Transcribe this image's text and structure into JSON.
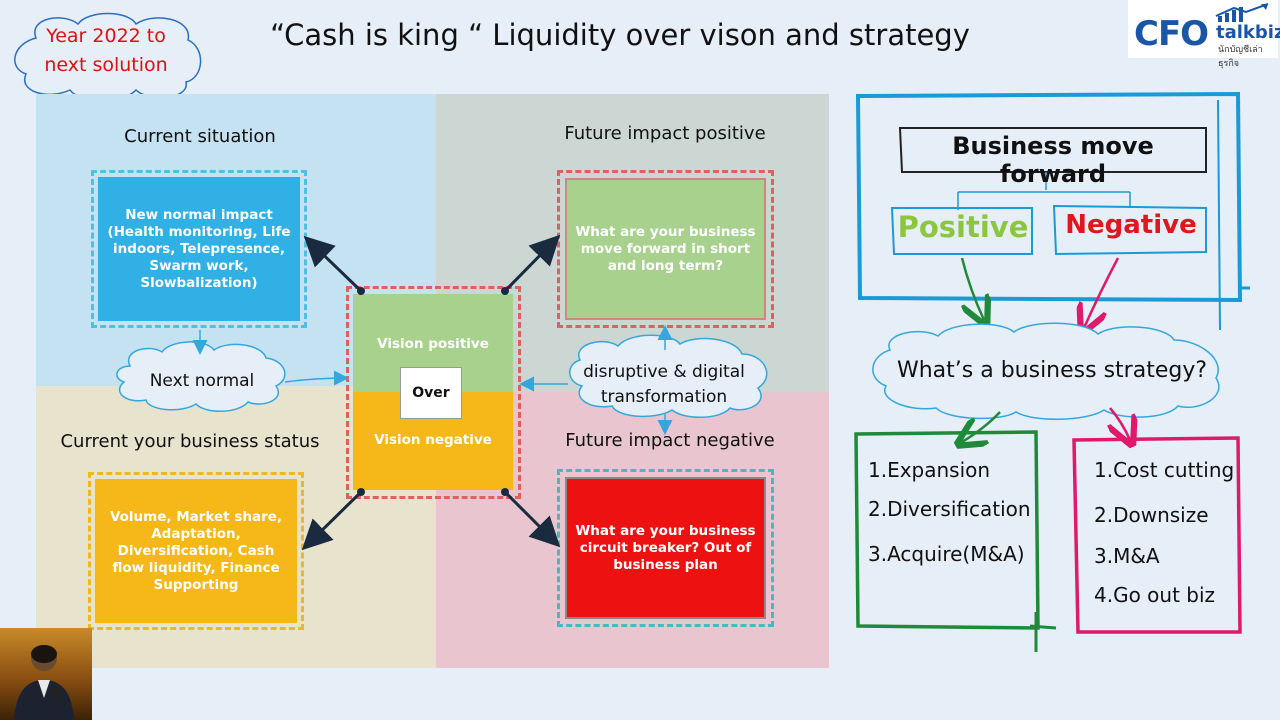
{
  "title": "“Cash is king “ Liquidity over vison and strategy",
  "badge": {
    "line1": "Year 2022 to",
    "line2": "next  solution"
  },
  "logo": {
    "main": "CFO",
    "sub": "talkbiz",
    "thai": "นักบัญชีเล่าธุรกิจ"
  },
  "quadrants": {
    "current_situation": {
      "title": "Current situation",
      "box": "New normal impact (Health monitoring, Life indoors, Telepresence, Swarm work, Slowbalization)"
    },
    "future_positive": {
      "title": "Future impact positive",
      "box": "What are your business move forward in short and long term?"
    },
    "current_status": {
      "title": "Current your business status",
      "box": "Volume, Market share, Adaptation, Diversification, Cash flow liquidity, Finance Supporting"
    },
    "future_negative": {
      "title": "Future impact negative",
      "box": "What are your business circuit breaker? Out of business plan"
    }
  },
  "center": {
    "top": "Vision positive",
    "middle": "Over",
    "bottom": "Vision negative"
  },
  "clouds": {
    "next_normal": "Next normal",
    "disruptive_line1": "disruptive & digital",
    "disruptive_line2": "transformation"
  },
  "right": {
    "heading": "Business move forward",
    "positive": "Positive",
    "negative": "Negative",
    "strategy": "What’s a business strategy?",
    "positive_list": [
      "1.Expansion",
      "2.Diversification",
      "3.Acquire(M&A)"
    ],
    "negative_list": [
      "1.Cost cutting",
      "2.Downsize",
      "3.M&A",
      "4.Go out biz"
    ]
  },
  "colors": {
    "green_accent": "#8cc63f",
    "red_accent": "#e0161c",
    "pink": "#e0196b",
    "blue_outline": "#1a9ad6"
  }
}
